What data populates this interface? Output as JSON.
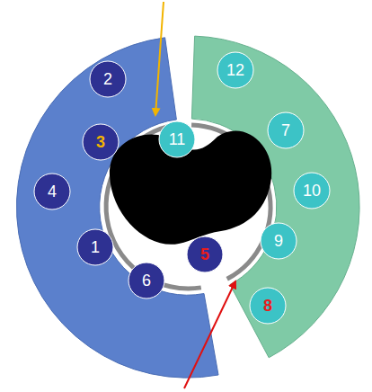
{
  "diagram": {
    "nodes": [
      {
        "text": [
          "2"
        ]
      },
      {
        "text": [
          "12"
        ]
      },
      {
        "text": [
          "3"
        ]
      },
      {
        "text": [
          "11"
        ]
      },
      {
        "text": [
          "7"
        ]
      },
      {
        "text": [
          "4"
        ]
      },
      {
        "text": [
          "10"
        ]
      },
      {
        "text": [
          "1"
        ]
      },
      {
        "text": [
          "9"
        ]
      },
      {
        "text": [
          "5"
        ]
      },
      {
        "text": [
          "6"
        ]
      },
      {
        "text": [
          "8"
        ]
      }
    ]
  }
}
